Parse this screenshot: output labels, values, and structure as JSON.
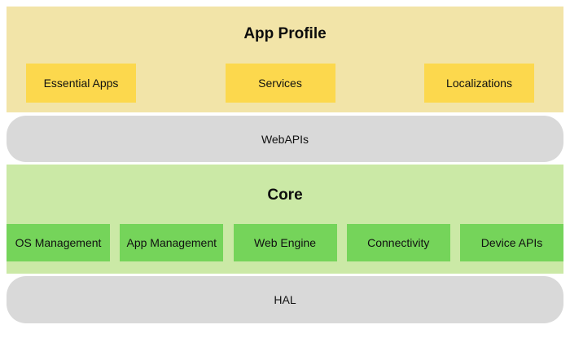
{
  "app_profile": {
    "title": "App Profile",
    "boxes": [
      "Essential Apps",
      "Services",
      "Localizations"
    ]
  },
  "webapis": {
    "label": "WebAPIs"
  },
  "core": {
    "title": "Core",
    "boxes": [
      "OS Management",
      "App Management",
      "Web Engine",
      "Connectivity",
      "Device APIs"
    ]
  },
  "hal": {
    "label": "HAL"
  },
  "colors": {
    "app_profile_bg": "#f2e4a8",
    "app_box_bg": "#fcd84d",
    "bar_bg": "#d9d9d9",
    "core_bg": "#cbe9a6",
    "core_box_bg": "#75d45a",
    "text": "#111111",
    "page_bg": "#ffffff"
  }
}
